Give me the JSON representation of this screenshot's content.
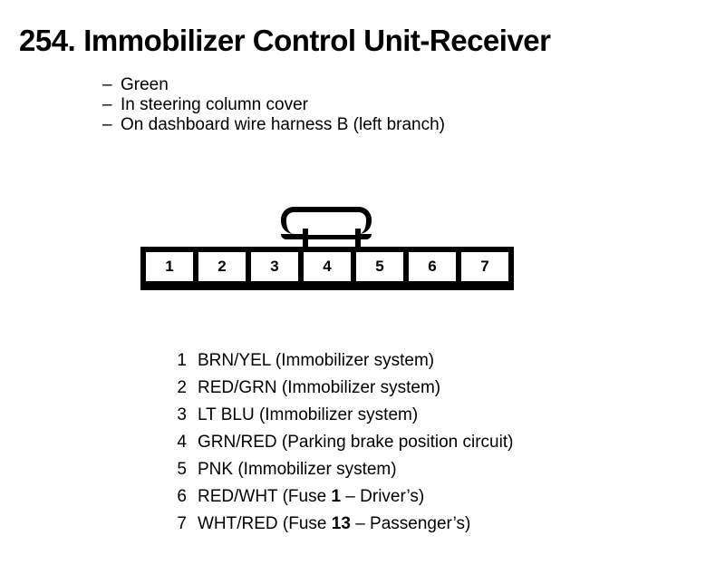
{
  "title": {
    "number": "254.",
    "name": "Immobilizer Control Unit-Receiver"
  },
  "description": {
    "dash": "–",
    "items": [
      "Green",
      "In steering column cover",
      "On dashboard wire harness B (left branch)"
    ]
  },
  "connector": {
    "pin_count": 7,
    "cavity_labels": [
      "1",
      "2",
      "3",
      "4",
      "5",
      "6",
      "7"
    ],
    "tab_position_pin": "4"
  },
  "legend": {
    "rows": [
      {
        "pin": "1",
        "wire": "BRN/YEL",
        "circuit": "(Immobilizer system)",
        "text": "BRN/YEL (Immobilizer system)"
      },
      {
        "pin": "2",
        "wire": "RED/GRN",
        "circuit": "(Immobilizer system)",
        "text": "RED/GRN (Immobilizer system)"
      },
      {
        "pin": "3",
        "wire": "LT BLU",
        "circuit": "(Immobilizer system)",
        "text": "LT BLU (Immobilizer system)"
      },
      {
        "pin": "4",
        "wire": "GRN/RED",
        "circuit": "(Parking brake position circuit)",
        "text": "GRN/RED (Parking brake position circuit)"
      },
      {
        "pin": "5",
        "wire": "PNK",
        "circuit": "(Immobilizer system)",
        "text": "PNK (Immobilizer system)"
      },
      {
        "pin": "6",
        "wire": "RED/WHT",
        "circuit": "(Fuse 1 – Driver’s)",
        "text": "RED/WHT (Fuse 1 – Driver’s)",
        "fuse_number": "1",
        "fuse_location": "Driver’s",
        "prefix": "RED/WHT (Fuse ",
        "suffix": " – Driver’s)"
      },
      {
        "pin": "7",
        "wire": "WHT/RED",
        "circuit": "(Fuse 13 – Passenger’s)",
        "text": "WHT/RED (Fuse 13 – Passenger’s)",
        "fuse_number": "13",
        "fuse_location": "Passenger’s",
        "prefix": "WHT/RED (Fuse ",
        "suffix": " – Passenger’s)"
      }
    ]
  },
  "colors": {
    "ink": "#000000",
    "background": "#ffffff"
  }
}
